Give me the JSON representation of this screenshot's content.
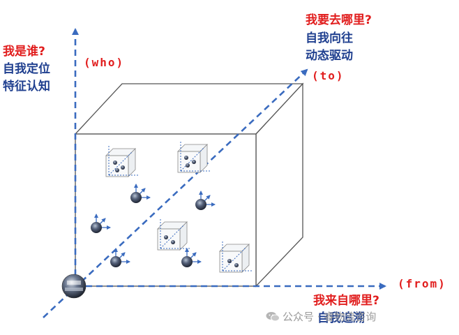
{
  "who": {
    "question": "我是谁?",
    "answer_line1": "自我定位",
    "answer_line2": "特征认知",
    "tag": "(who)"
  },
  "to": {
    "question": "我要去哪里?",
    "answer_line1": "自我向往",
    "answer_line2": "动态驱动",
    "tag": "(to)"
  },
  "from": {
    "question": "我来自哪里?",
    "answer_line1": "自我追溯",
    "tag": "(from)"
  },
  "watermark": {
    "text": "公众号 · 睿物流咨询",
    "icon": "wechat-icon"
  },
  "colors": {
    "question": "#e11d1d",
    "answer": "#1f3f8f",
    "axis": "#3a6bbf",
    "cube_edge": "#555555"
  }
}
